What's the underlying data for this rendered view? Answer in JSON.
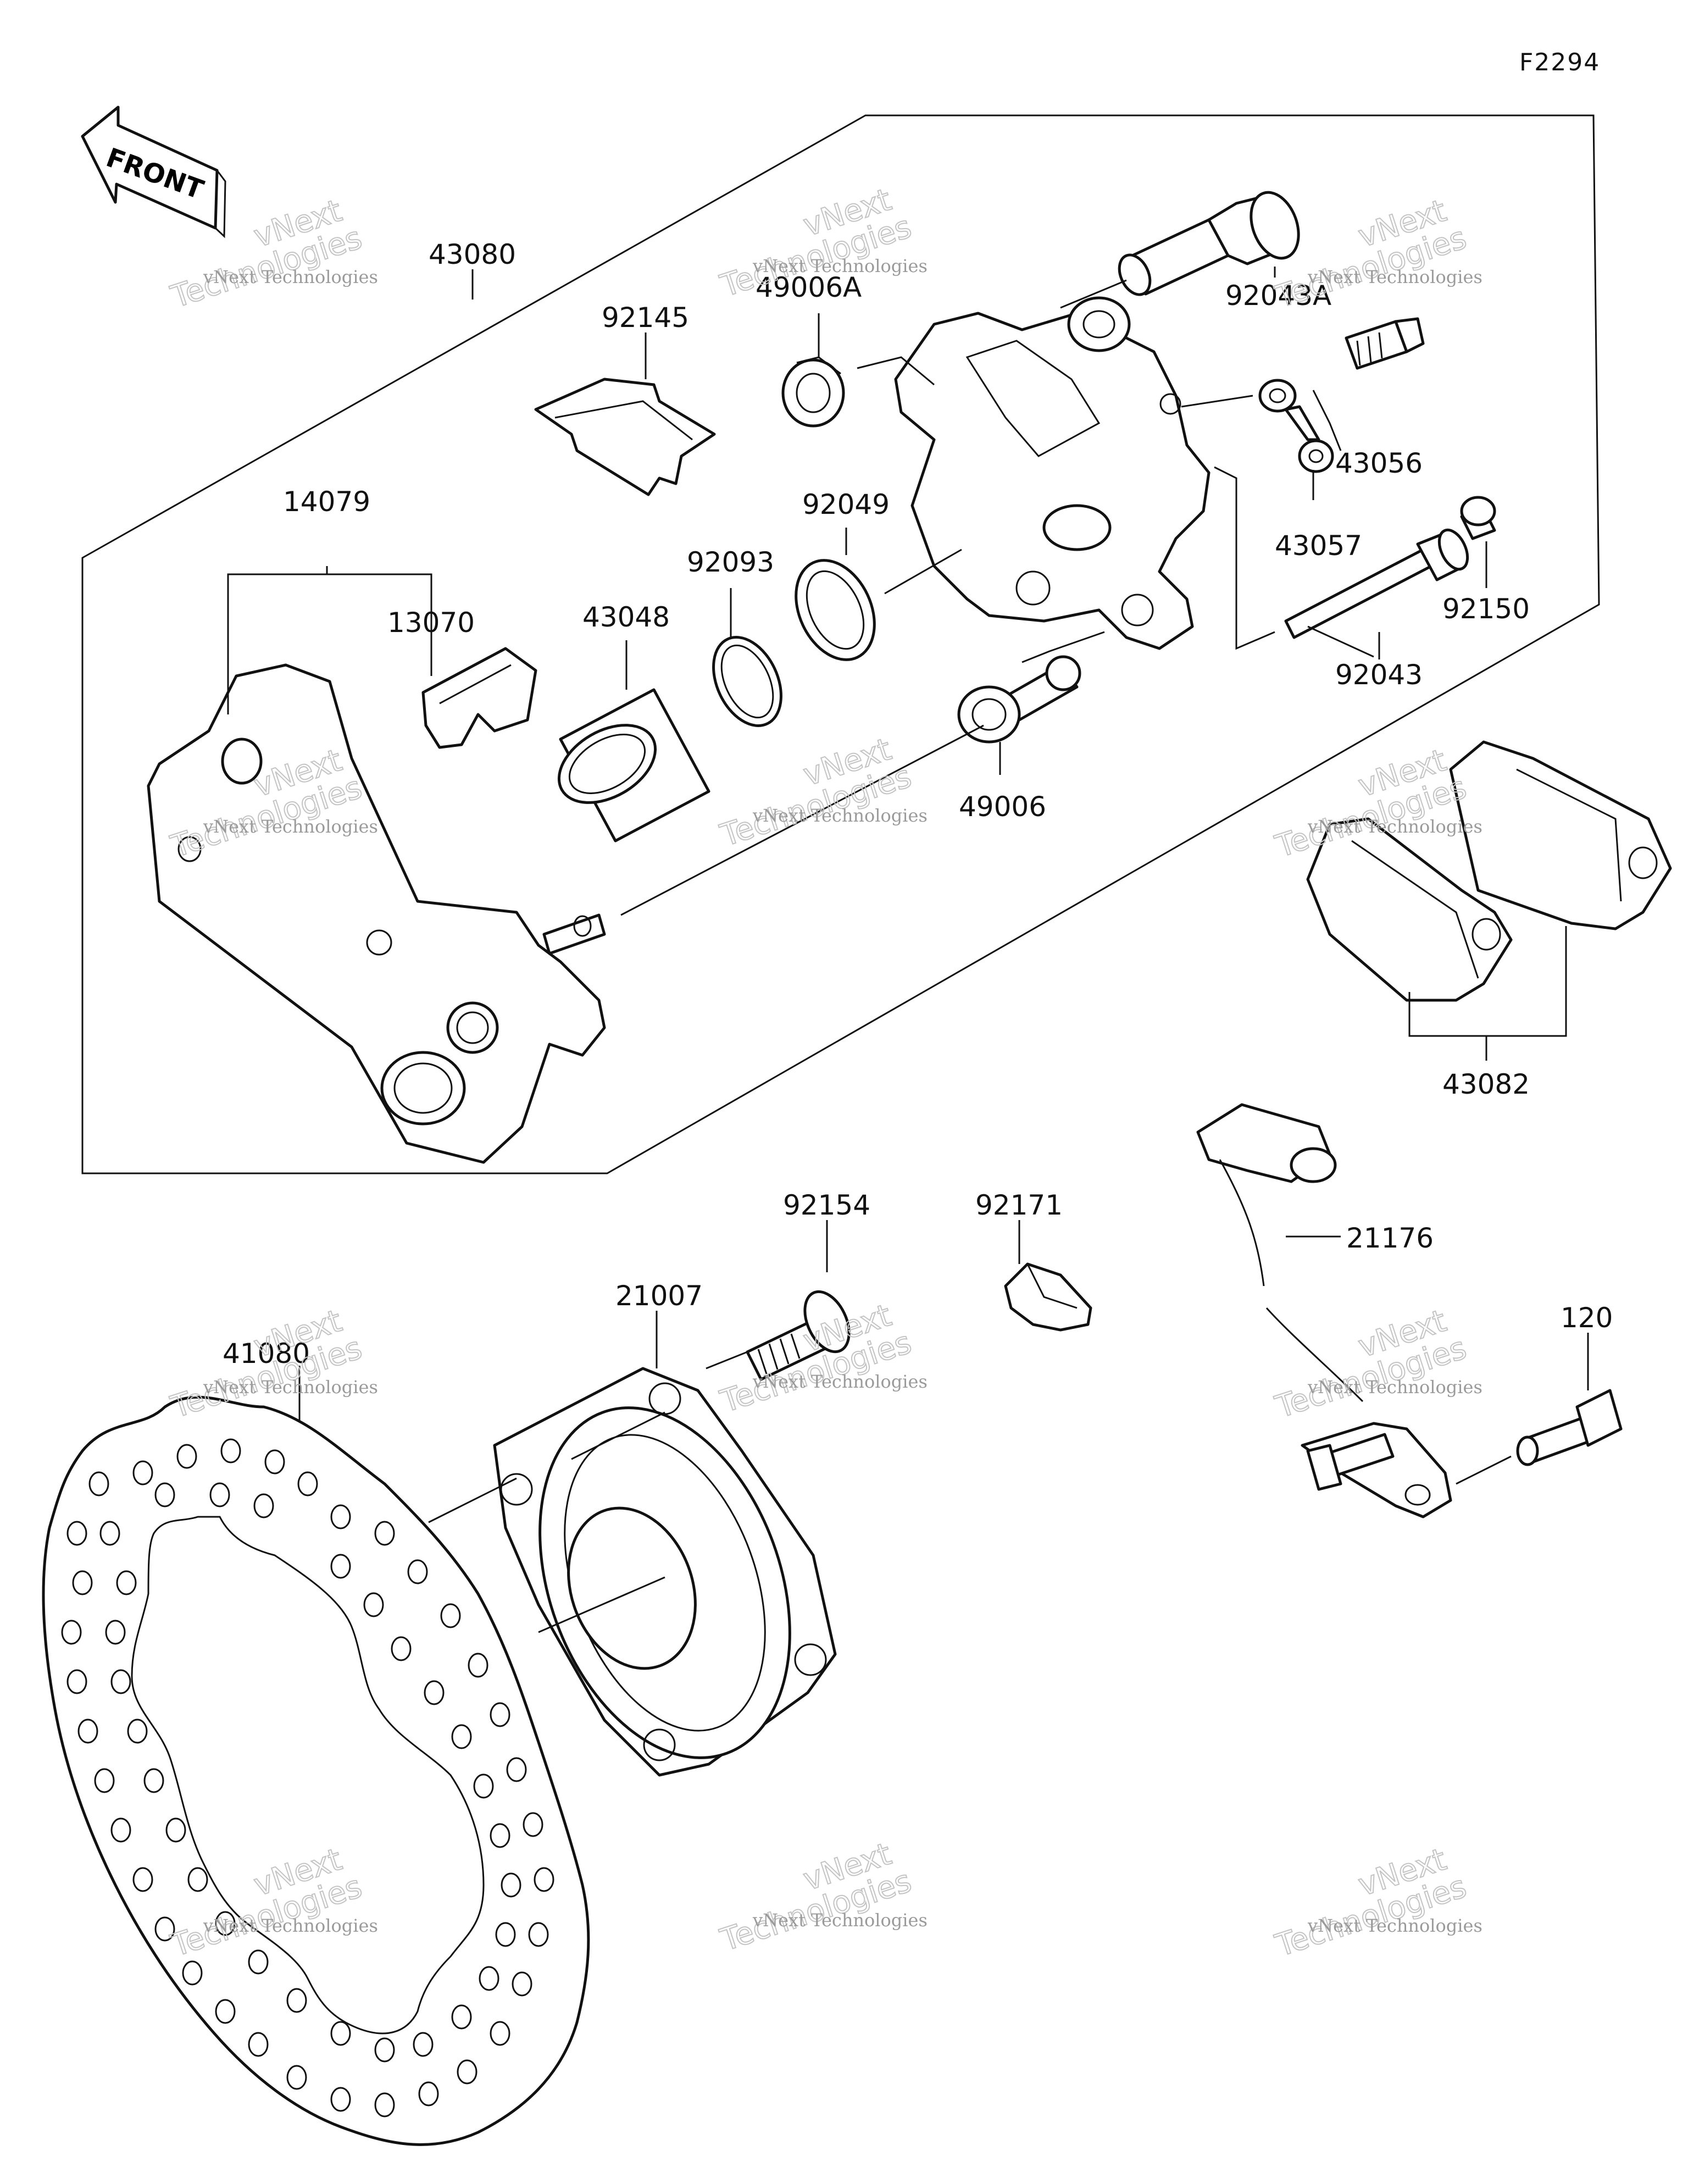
{
  "figure_code": "F2294",
  "front_arrow_text": "FRONT",
  "watermark": {
    "line1": "vNext Technologies",
    "line2": "vNext",
    "line3": "Technologies"
  },
  "parts": [
    {
      "id": "p43080",
      "number": "43080"
    },
    {
      "id": "p92145",
      "number": "92145"
    },
    {
      "id": "p49006A",
      "number": "49006A"
    },
    {
      "id": "p92043A",
      "number": "92043A"
    },
    {
      "id": "p43056",
      "number": "43056"
    },
    {
      "id": "p43057",
      "number": "43057"
    },
    {
      "id": "p14079",
      "number": "14079"
    },
    {
      "id": "p92049",
      "number": "92049"
    },
    {
      "id": "p92093",
      "number": "92093"
    },
    {
      "id": "p13070",
      "number": "13070"
    },
    {
      "id": "p43048",
      "number": "43048"
    },
    {
      "id": "p92150",
      "number": "92150"
    },
    {
      "id": "p92043",
      "number": "92043"
    },
    {
      "id": "p49006",
      "number": "49006"
    },
    {
      "id": "p43082",
      "number": "43082"
    },
    {
      "id": "p92154",
      "number": "92154"
    },
    {
      "id": "p92171",
      "number": "92171"
    },
    {
      "id": "p21176",
      "number": "21176"
    },
    {
      "id": "p21007",
      "number": "21007"
    },
    {
      "id": "p41080",
      "number": "41080"
    },
    {
      "id": "p120",
      "number": "120"
    }
  ]
}
